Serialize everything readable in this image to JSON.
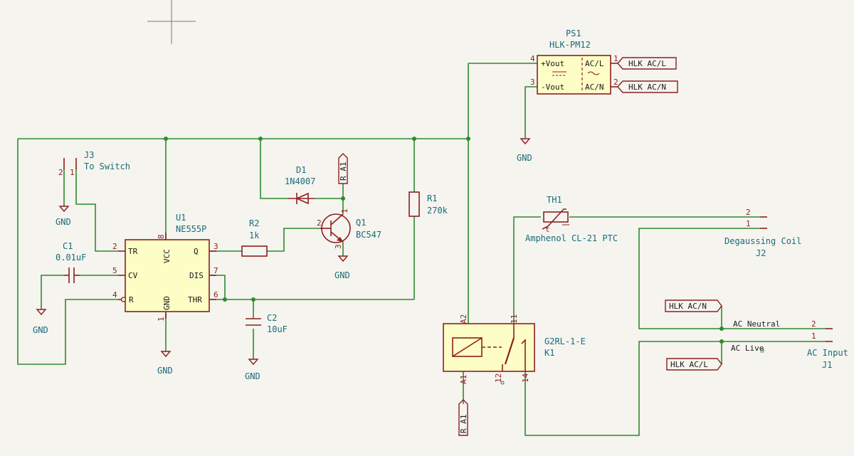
{
  "components": {
    "u1": {
      "ref": "U1",
      "value": "NE555P",
      "pin_names": {
        "tr": "TR",
        "cv": "CV",
        "r": "R",
        "vcc": "VCC",
        "gnd": "GND",
        "q": "Q",
        "dis": "DIS",
        "thr": "THR"
      },
      "pins": {
        "tr": "2",
        "cv": "5",
        "r": "4",
        "vcc": "8",
        "gnd": "1",
        "q": "3",
        "dis": "7",
        "thr": "6"
      }
    },
    "j3": {
      "ref": "J3",
      "value": "To Switch",
      "pins": [
        "2",
        "1"
      ]
    },
    "c1": {
      "ref": "C1",
      "value": "0.01uF"
    },
    "c2": {
      "ref": "C2",
      "value": "10uF"
    },
    "r1": {
      "ref": "R1",
      "value": "270k"
    },
    "r2": {
      "ref": "R2",
      "value": "1k"
    },
    "d1": {
      "ref": "D1",
      "value": "1N4007"
    },
    "q1": {
      "ref": "Q1",
      "value": "BC547",
      "pins": {
        "b": "2",
        "c": "1",
        "e": "3"
      }
    },
    "ps1": {
      "ref": "PS1",
      "value": "HLK-PM12",
      "pin_names": {
        "vout_p": "+Vout",
        "vout_n": "-Vout",
        "acl": "AC/L",
        "acn": "AC/N"
      },
      "pins": {
        "vout_p": "4",
        "vout_n": "3",
        "acl": "1",
        "acn": "2"
      }
    },
    "th1": {
      "ref": "TH1",
      "value": "Amphenol CL-21 PTC"
    },
    "k1": {
      "ref": "K1",
      "value": "G2RL-1-E",
      "pins": {
        "a2": "A2",
        "a1": "A1",
        "p11": "11",
        "p12": "12",
        "p14": "14"
      }
    },
    "j2": {
      "ref": "J2",
      "value": "Degaussing Coil",
      "pins": [
        "2",
        "1"
      ]
    },
    "j1": {
      "ref": "J1",
      "value": "AC Input",
      "pins": [
        "2",
        "1"
      ]
    }
  },
  "power": {
    "gnd": "GND"
  },
  "net_labels": {
    "ra1": "R A1",
    "hlk_acl": "HLK AC/L",
    "hlk_acn": "HLK AC/N",
    "ac_neutral": "AC Neutral",
    "ac_live": "AC Live"
  }
}
